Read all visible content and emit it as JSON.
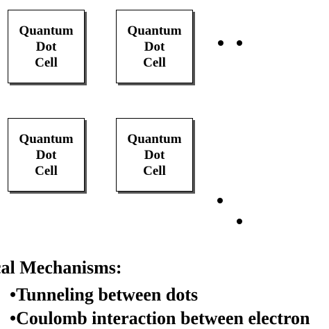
{
  "cells": [
    {
      "line1": "Quantum",
      "line2": "Dot",
      "line3": "Cell"
    },
    {
      "line1": "Quantum",
      "line2": "Dot",
      "line3": "Cell"
    },
    {
      "line1": "Quantum",
      "line2": "Dot",
      "line3": "Cell"
    },
    {
      "line1": "Quantum",
      "line2": "Dot",
      "line3": "Cell"
    }
  ],
  "mechanisms": {
    "title": "cal Mechanisms:",
    "items": [
      "•Tunneling between dots",
      "•Coulomb interaction between electron"
    ]
  }
}
